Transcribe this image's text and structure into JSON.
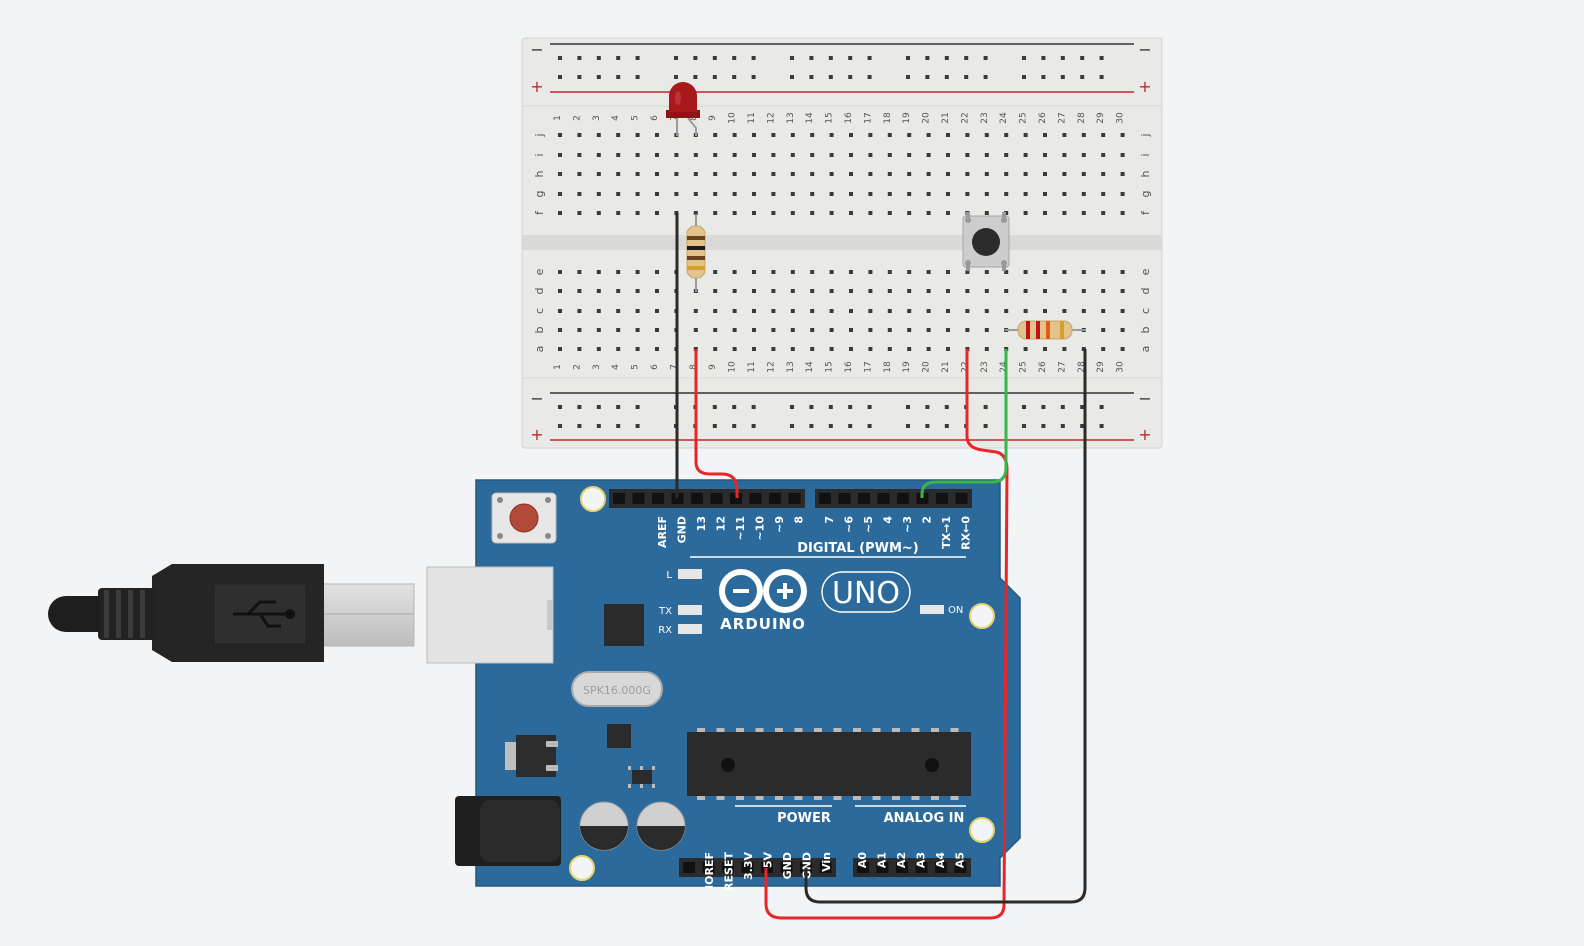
{
  "breadboard": {
    "columns": 30,
    "rows_top": [
      "j",
      "i",
      "h",
      "g",
      "f"
    ],
    "rows_bottom": [
      "e",
      "d",
      "c",
      "b",
      "a"
    ],
    "rail_minus": "−",
    "rail_plus": "+"
  },
  "arduino": {
    "brand": "ARDUINO",
    "model": "UNO",
    "digital_label": "DIGITAL (PWM~)",
    "power_label": "POWER",
    "analog_label": "ANALOG IN",
    "on_label": "ON",
    "led_l": "L",
    "led_tx": "TX",
    "led_rx": "RX",
    "crystal": "SPK16.000G",
    "digital_pins_a": [
      "AREF",
      "GND",
      "13",
      "12",
      "~11",
      "~10",
      "~9",
      "8"
    ],
    "digital_pins_b": [
      "7",
      "~6",
      "~5",
      "4",
      "~3",
      "2",
      "TX→1",
      "RX←0"
    ],
    "power_pins": [
      "IOREF",
      "RESET",
      "3.3V",
      "5V",
      "GND",
      "GND",
      "Vin"
    ],
    "analog_pins": [
      "A0",
      "A1",
      "A2",
      "A3",
      "A4",
      "A5"
    ]
  },
  "colors": {
    "board_blue": "#2b6a9b",
    "wire_red": "#e8262a",
    "wire_black": "#2a2a2a",
    "wire_green": "#3bb54a",
    "led_red": "#a7191c",
    "breadboard": "#e8e8e6"
  },
  "components": [
    {
      "name": "led",
      "color": "red"
    },
    {
      "name": "resistor-1"
    },
    {
      "name": "resistor-2"
    },
    {
      "name": "pushbutton"
    },
    {
      "name": "usb-cable"
    }
  ]
}
